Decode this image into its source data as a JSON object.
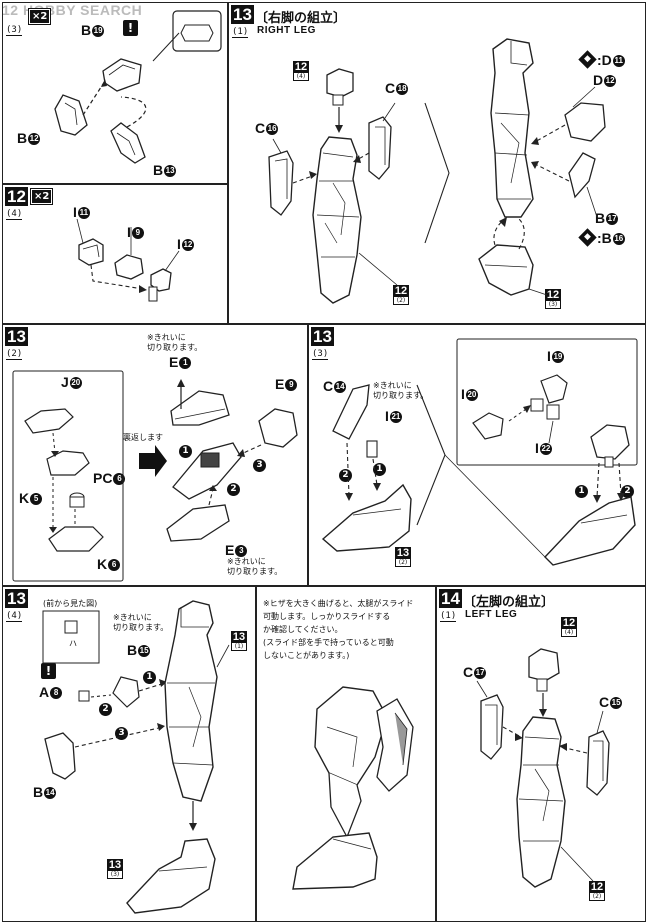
{
  "watermark": "HOBBY SEARCH",
  "watermark_prefix": "12",
  "steps": {
    "s12_3": {
      "num": "12",
      "sub": "(3)",
      "mult": "×2",
      "labels": {
        "b19": "B",
        "b19n": "19",
        "b12": "B",
        "b12n": "12",
        "b13": "B",
        "b13n": "13"
      }
    },
    "s12_4": {
      "num": "12",
      "sub": "(4)",
      "mult": "×2",
      "labels": {
        "i11": "I",
        "i11n": "11",
        "i9": "I",
        "i9n": "9",
        "i12": "I",
        "i12n": "12"
      }
    },
    "s13_1": {
      "num": "13",
      "sub": "(1)",
      "title_jp": "〔右脚の組立〕",
      "title_en": "RIGHT LEG",
      "labels": {
        "c16": "C",
        "c16n": "16",
        "c18": "C",
        "c18n": "18",
        "d11": ":D",
        "d11n": "11",
        "d12": "D",
        "d12n": "12",
        "b17": "B",
        "b17n": "17",
        "b16": ":B",
        "b16n": "16"
      },
      "refs": {
        "r1": "12",
        "r1s": "(4)",
        "r2": "12",
        "r2s": "(2)",
        "r3": "12",
        "r3s": "(3)"
      }
    },
    "s13_2": {
      "num": "13",
      "sub": "(2)",
      "note_top": "※きれいに\n切り取ります。",
      "note_bottom": "※きれいに\n切り取ります。",
      "note_side": "裏返します",
      "labels": {
        "j20": "J",
        "j20n": "20",
        "e1": "E",
        "e1n": "1",
        "e9": "E",
        "e9n": "9",
        "k5": "K",
        "k5n": "5",
        "pc6": "PC",
        "pc6n": "6",
        "k6": "K",
        "k6n": "6",
        "e3": "E",
        "e3n": "3"
      }
    },
    "s13_3": {
      "num": "13",
      "sub": "(3)",
      "note": "※きれいに\n切り取ります。",
      "labels": {
        "c14": "C",
        "c14n": "14",
        "i21": "I",
        "i21n": "21",
        "i19": "I",
        "i19n": "19",
        "i20": "I",
        "i20n": "20",
        "i22": "I",
        "i22n": "22"
      },
      "refs": {
        "r1": "13",
        "r1s": "(2)"
      }
    },
    "s13_4": {
      "num": "13",
      "sub": "(4)",
      "front_view": "(前から見た図)",
      "note": "※きれいに\n切り取ります。",
      "ha": "ハ",
      "labels": {
        "b15": "B",
        "b15n": "15",
        "a8": "A",
        "a8n": "8",
        "b14": "B",
        "b14n": "14"
      },
      "refs": {
        "r1": "13",
        "r1s": "(1)",
        "r2": "13",
        "r2s": "(3)"
      }
    },
    "knee_note": "※ヒザを大きく曲げると、太腿がスライド\n可動します。しっかりスライドする\nか確認してください。\n(スライド部を手で持っていると可動\nしないことがあります。)",
    "s14_1": {
      "num": "14",
      "sub": "(1)",
      "title_jp": "〔左脚の組立〕",
      "title_en": "LEFT LEG",
      "labels": {
        "c17": "C",
        "c17n": "17",
        "c15": "C",
        "c15n": "15"
      },
      "refs": {
        "r1": "12",
        "r1s": "(4)",
        "r2": "12",
        "r2s": "(2)"
      }
    }
  },
  "order_marks": {
    "one": "1",
    "two": "2",
    "three": "3"
  },
  "caution": "!"
}
